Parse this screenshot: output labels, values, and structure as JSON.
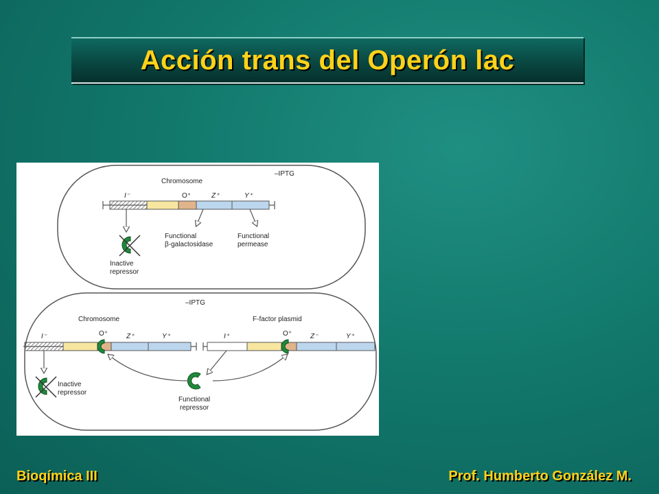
{
  "slide": {
    "title": "Acción trans del Operón lac",
    "footer_left": "Bioqímica III",
    "footer_right": "Prof. Humberto González M."
  },
  "diagram": {
    "top": {
      "condition": "–IPTG",
      "chromosome_label": "Chromosome",
      "genes": [
        "I⁻",
        "O⁺",
        "Z⁺",
        "Y⁺"
      ],
      "functional_beta": "Functional",
      "beta_gal": "β-galactosidase",
      "functional_perm": "Functional",
      "permease": "permease",
      "inactive": "Inactive",
      "repressor": "repressor"
    },
    "bottom": {
      "condition": "–IPTG",
      "chromosome_label": "Chromosome",
      "plasmid_label": "F-factor plasmid",
      "chrom_genes": [
        "I⁻",
        "O⁺",
        "Z⁺",
        "Y⁺"
      ],
      "plasmid_genes": [
        "I⁺",
        "O⁺",
        "Z⁻",
        "Y⁺"
      ],
      "inactive": "Inactive",
      "repressor": "repressor",
      "functional": "Functional",
      "functional_repressor": "repressor"
    },
    "colors": {
      "i_gene": "#ffffff",
      "promoter": "#f7e6a0",
      "operator": "#e0b48a",
      "z_gene": "#bcd6ee",
      "y_gene": "#bcd6ee",
      "repressor": "#1f8a3a"
    }
  }
}
